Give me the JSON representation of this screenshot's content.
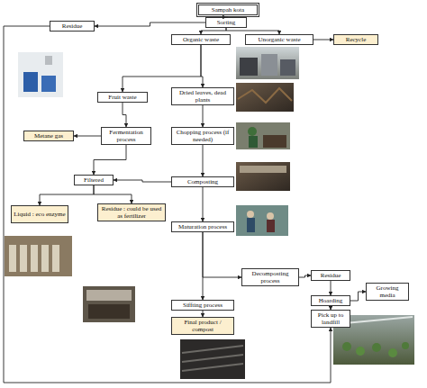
{
  "diagram": {
    "nodes": [
      {
        "text": [
          "Sampah kota"
        ]
      },
      {
        "text": [
          "Sorting"
        ]
      },
      {
        "text": [
          "Residue"
        ]
      },
      {
        "text": [
          "Organic waste"
        ]
      },
      {
        "text": [
          "Unorganic waste"
        ]
      },
      {
        "text": [
          "Recycle"
        ]
      },
      {
        "text": [
          "Fruit waste"
        ]
      },
      {
        "text": [
          "Dried leaves, dead plants"
        ]
      },
      {
        "text": [
          "Metane gas"
        ]
      },
      {
        "text": [
          "Fermentation process"
        ]
      },
      {
        "text": [
          "Chopping process (if needed)"
        ]
      },
      {
        "text": [
          "Composting"
        ]
      },
      {
        "text": [
          "Filtered"
        ]
      },
      {
        "text": [
          "Liquid : eco enzyme"
        ]
      },
      {
        "text": [
          "Residue : could be used as fertilizer"
        ]
      },
      {
        "text": [
          "Maturation process"
        ]
      },
      {
        "text": [
          "Decomposting process"
        ]
      },
      {
        "text": [
          "Residue"
        ]
      },
      {
        "text": [
          "Siffting process"
        ]
      },
      {
        "text": [
          "Final product / compost"
        ]
      },
      {
        "text": [
          "Hoarding"
        ]
      },
      {
        "text": [
          "Growing media"
        ]
      },
      {
        "text": [
          "Pick up to landfill"
        ]
      }
    ],
    "edges": [
      {
        "from": 0,
        "to": 1,
        "arrow": "to"
      },
      {
        "from": 1,
        "to": 2,
        "arrow": "to"
      },
      {
        "from": 1,
        "to": 3,
        "arrow": "to"
      },
      {
        "from": 1,
        "to": 4,
        "arrow": "to"
      },
      {
        "from": 4,
        "to": 5,
        "arrow": "to"
      },
      {
        "from": 3,
        "to": 6,
        "arrow": "to"
      },
      {
        "from": 3,
        "to": 7,
        "arrow": "to"
      },
      {
        "from": 6,
        "to": 9,
        "arrow": "to"
      },
      {
        "from": 7,
        "to": 10,
        "arrow": "to"
      },
      {
        "from": 9,
        "to": 8,
        "arrow": "to"
      },
      {
        "from": 9,
        "to": 12,
        "arrow": "to"
      },
      {
        "from": 11,
        "to": 12,
        "arrow": "to"
      },
      {
        "from": 12,
        "to": 13,
        "arrow": "to"
      },
      {
        "from": 12,
        "to": 14,
        "arrow": "to"
      },
      {
        "from": 10,
        "to": 11,
        "arrow": "to"
      },
      {
        "from": 11,
        "to": 15,
        "arrow": "to"
      },
      {
        "from": 15,
        "to": 16,
        "arrow": "to"
      },
      {
        "from": 15,
        "to": 18,
        "arrow": "to"
      },
      {
        "from": 18,
        "to": 19,
        "arrow": "to"
      },
      {
        "from": 16,
        "to": 17,
        "arrow": "to"
      },
      {
        "from": 17,
        "to": 20,
        "arrow": "to"
      },
      {
        "from": 20,
        "to": 21,
        "arrow": "to"
      },
      {
        "from": 20,
        "to": 22,
        "arrow": "to"
      },
      {
        "from": 2,
        "to": 22,
        "arrow": "to"
      }
    ]
  }
}
